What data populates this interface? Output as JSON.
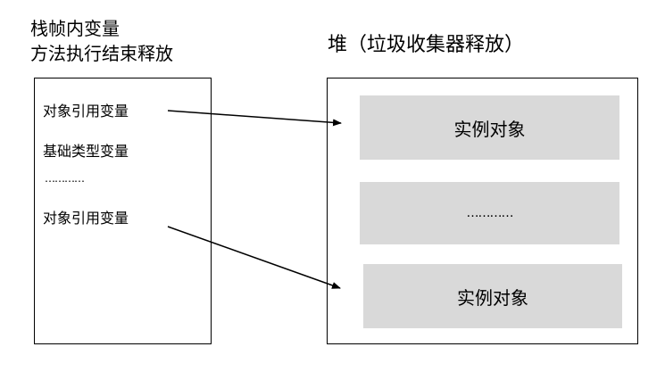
{
  "stack": {
    "title_lines": [
      "栈帧内变量",
      "方法执行结束释放"
    ],
    "items": [
      "对象引用变量",
      "基础类型变量",
      "…………",
      "对象引用变量"
    ]
  },
  "heap": {
    "title": "堆（垃圾收集器释放）",
    "cells": [
      "实例对象",
      "…………",
      "实例对象"
    ]
  }
}
